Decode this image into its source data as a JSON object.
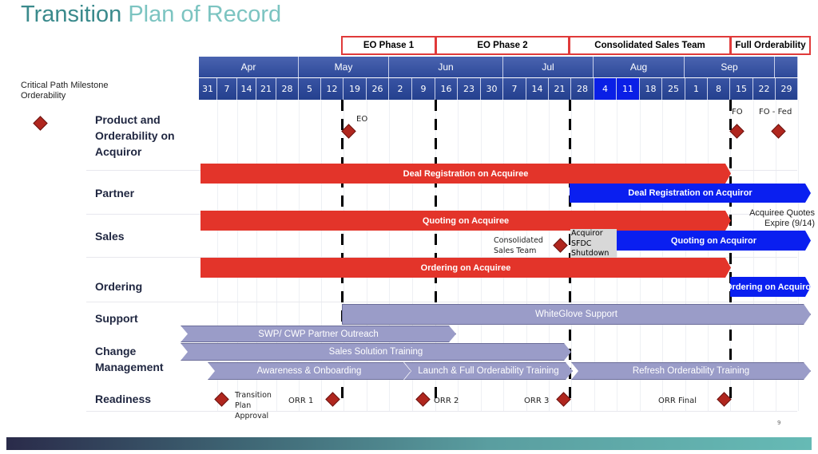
{
  "title": {
    "part1": "Transition ",
    "part2": "Plan of Record"
  },
  "legend": {
    "line1": "Critical Path Milestone",
    "line2": "Orderability"
  },
  "phases": [
    "EO Phase 1",
    "EO Phase 2",
    "Consolidated Sales Team",
    "Full Orderability"
  ],
  "months": [
    "Apr",
    "May",
    "Jun",
    "Jul",
    "Aug",
    "Sep",
    ""
  ],
  "weeks": [
    "31",
    "7",
    "14",
    "21",
    "28",
    "5",
    "12",
    "19",
    "26",
    "2",
    "9",
    "16",
    "23",
    "30",
    "7",
    "14",
    "21",
    "28",
    "4",
    "11",
    "18",
    "25",
    "1",
    "8",
    "15",
    "22",
    "29"
  ],
  "highlighted_weeks": [
    "4",
    "11"
  ],
  "rows": {
    "product": "Product and Orderability on Acquiror",
    "partner": "Partner",
    "sales": "Sales",
    "ordering": "Ordering",
    "support": "Support",
    "change": "Change Management",
    "readiness": "Readiness"
  },
  "milestones": {
    "eo": "EO",
    "fo": "FO",
    "fo_fed": "FO - Fed"
  },
  "bars": {
    "deal_acquiree": "Deal Registration on Acquiree",
    "deal_acquiror": "Deal Registration on Acquiror",
    "quoting_acquiree": "Quoting on Acquiree",
    "quotes_expire_1": "Acquiree Quotes",
    "quotes_expire_2": "Expire (9/14)",
    "consolidated_1": "Consolidated",
    "consolidated_2": "Sales Team",
    "shutdown_1": "Acquiror",
    "shutdown_2": "SFDC",
    "shutdown_3": "Shutdown",
    "quoting_acquiror": "Quoting on Acquiror",
    "ordering_acquiree": "Ordering on Acquiree",
    "ordering_acquiror": "Ordering on Acquiror",
    "whiteglove": "WhiteGlove Support",
    "swp": "SWP/ CWP Partner Outreach",
    "sales_training": "Sales Solution Training",
    "awareness": "Awareness & Onboarding",
    "launch": "Launch & Full Orderability Training",
    "refresh": "Refresh Orderability Training"
  },
  "readiness": {
    "tpa1": "Transition",
    "tpa2": "Plan",
    "tpa3": "Approval",
    "orr1": "ORR 1",
    "orr2": "ORR 2",
    "orr3": "ORR 3",
    "orr_final": "ORR Final"
  },
  "page_number": "9"
}
